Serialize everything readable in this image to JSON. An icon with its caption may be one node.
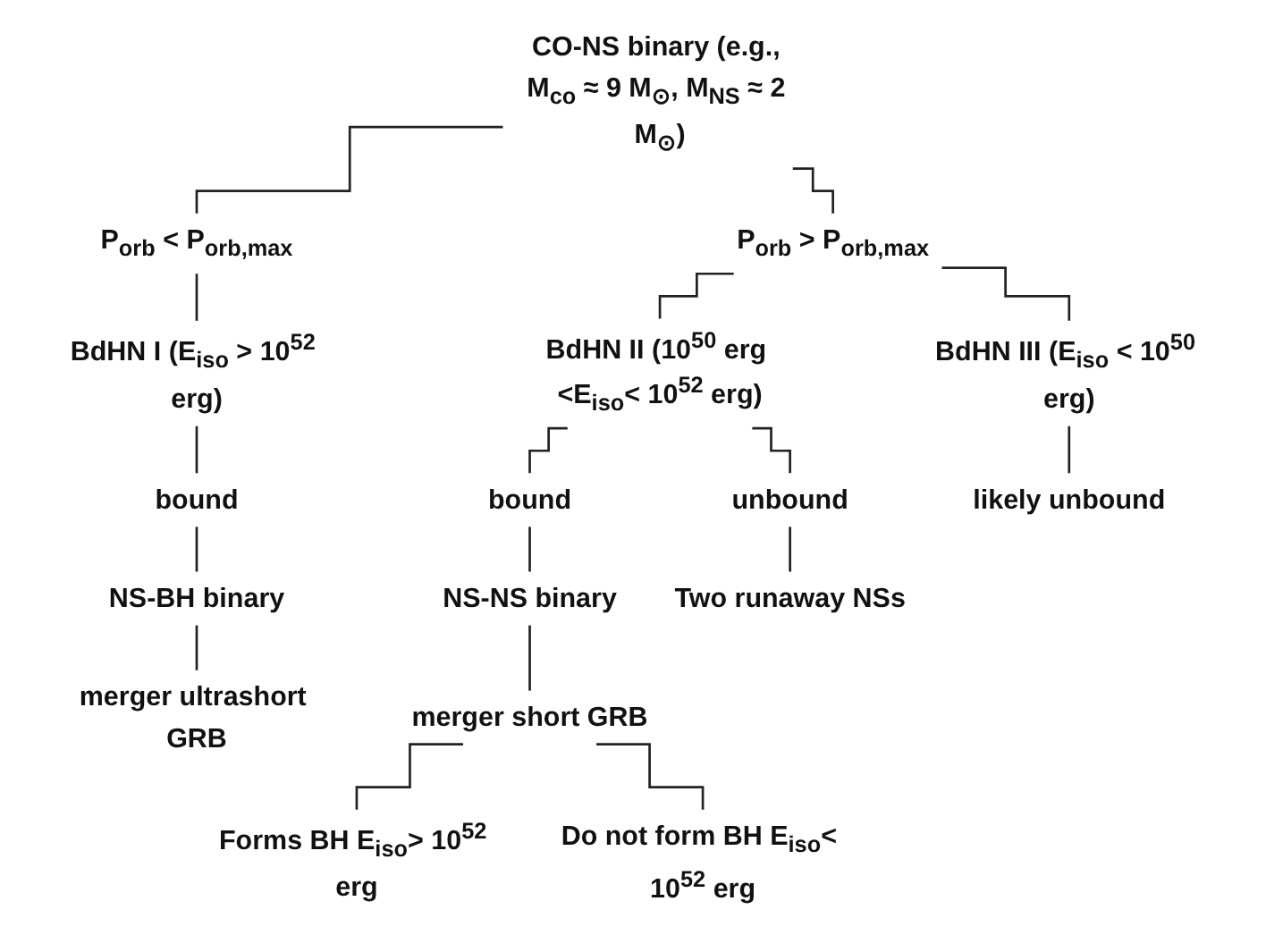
{
  "diagram": {
    "nodes": [
      {
        "text": [
          "CO-NS binary (e.g., M$_{co}$ ≈ 9 M$_{⊙}$, M$_{NS}$ ≈ 2 M$_{⊙}$)"
        ]
      },
      {
        "text": [
          "P$_{orb}$ < P$_{orb,max}$"
        ]
      },
      {
        "text": [
          "P$_{orb}$ > P$_{orb,max}$"
        ]
      },
      {
        "text": [
          "BdHN I (E$_{iso}$ > 10$^{52}$ erg)"
        ]
      },
      {
        "text": [
          "BdHN II (10$^{50}$ erg <E$_{iso}$< 10$^{52}$ erg)"
        ]
      },
      {
        "text": [
          "BdHN III (E$_{iso}$ < 10$^{50}$ erg)"
        ]
      },
      {
        "text": [
          "bound"
        ]
      },
      {
        "text": [
          "bound"
        ]
      },
      {
        "text": [
          "unbound"
        ]
      },
      {
        "text": [
          "likely unbound"
        ]
      },
      {
        "text": [
          "NS-BH binary"
        ]
      },
      {
        "text": [
          "NS-NS binary"
        ]
      },
      {
        "text": [
          "Two runaway NSs"
        ]
      },
      {
        "text": [
          "merger ultrashort GRB"
        ]
      },
      {
        "text": [
          "merger short GRB"
        ]
      },
      {
        "text": [
          "Forms BH E$_{iso}$> 10$^{52}$ erg"
        ]
      },
      {
        "text": [
          "Do not form BH E$_{iso}$< 10$^{52}$ erg"
        ]
      }
    ],
    "edges": [
      {
        "from": 0,
        "to": 1,
        "arrow": "none"
      },
      {
        "from": 0,
        "to": 2,
        "arrow": "none"
      },
      {
        "from": 1,
        "to": 3,
        "arrow": "none"
      },
      {
        "from": 2,
        "to": 4,
        "arrow": "none"
      },
      {
        "from": 2,
        "to": 5,
        "arrow": "none"
      },
      {
        "from": 3,
        "to": 6,
        "arrow": "none"
      },
      {
        "from": 4,
        "to": 7,
        "arrow": "none"
      },
      {
        "from": 4,
        "to": 8,
        "arrow": "none"
      },
      {
        "from": 5,
        "to": 9,
        "arrow": "none"
      },
      {
        "from": 6,
        "to": 10,
        "arrow": "none"
      },
      {
        "from": 7,
        "to": 11,
        "arrow": "none"
      },
      {
        "from": 8,
        "to": 12,
        "arrow": "none"
      },
      {
        "from": 10,
        "to": 13,
        "arrow": "none"
      },
      {
        "from": 11,
        "to": 14,
        "arrow": "none"
      },
      {
        "from": 14,
        "to": 15,
        "arrow": "none"
      },
      {
        "from": 14,
        "to": 16,
        "arrow": "none"
      }
    ]
  }
}
